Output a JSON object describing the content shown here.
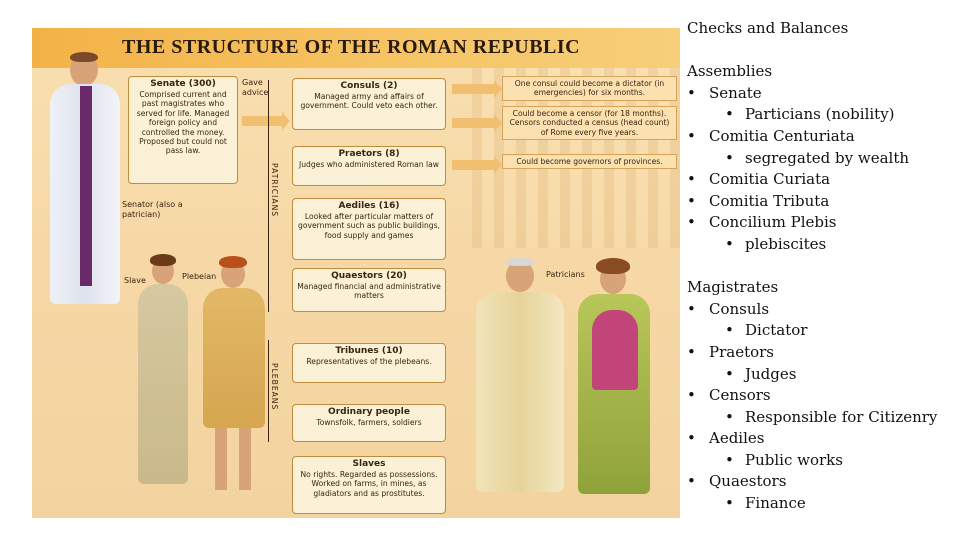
{
  "poster": {
    "title": "THE STRUCTURE OF THE ROMAN REPUBLIC",
    "senate": {
      "title": "Senate (300)",
      "desc": "Comprised current and past magistrates who served for life. Managed foreign policy and controlled the money. Proposed but could not pass law."
    },
    "gave_advice": "Gave advice",
    "consuls": {
      "title": "Consuls (2)",
      "desc": "Managed army and affairs of government. Could veto each other."
    },
    "praetors": {
      "title": "Praetors (8)",
      "desc": "Judges who administered Roman law"
    },
    "aediles": {
      "title": "Aediles (16)",
      "desc": "Looked after particular matters of government such as public buildings, food supply and games"
    },
    "quaestors": {
      "title": "Quaestors (20)",
      "desc": "Managed financial and administrative matters"
    },
    "tribunes": {
      "title": "Tribunes (10)",
      "desc": "Representatives of the plebeans."
    },
    "ordinary": {
      "title": "Ordinary people",
      "desc": "Townsfolk, farmers, soldiers"
    },
    "slaves": {
      "title": "Slaves",
      "desc": "No rights. Regarded as possessions. Worked on farms, in mines, as gladiators and as prostitutes."
    },
    "note_dictator": "One consul could become a dictator (in emergencies) for six months.",
    "note_censor": "Could become a censor (for 18 months). Censors conducted a census (head count) of Rome every five years.",
    "note_governors": "Could become governors of provinces.",
    "label_patricians_side": "PATRICIANS",
    "label_plebeans_side": "PLEBEANS",
    "label_senator": "Senator (also a patrician)",
    "label_slave": "Slave",
    "label_plebeian": "Plebeian",
    "label_patricians": "Patricians"
  },
  "notes": {
    "heading": "Checks and Balances",
    "assemblies_heading": "Assemblies",
    "assemblies": [
      {
        "label": "Senate",
        "sub": [
          "Particians (nobility)"
        ]
      },
      {
        "label": "Comitia Centuriata",
        "sub": [
          "segregated by wealth"
        ]
      },
      {
        "label": "Comitia Curiata",
        "sub": []
      },
      {
        "label": "Comitia Tributa",
        "sub": []
      },
      {
        "label": "Concilium Plebis",
        "sub": [
          "plebiscites"
        ]
      }
    ],
    "magistrates_heading": "Magistrates",
    "magistrates": [
      {
        "label": "Consuls",
        "sub": [
          "Dictator"
        ]
      },
      {
        "label": "Praetors",
        "sub": [
          "Judges"
        ]
      },
      {
        "label": "Censors",
        "sub": [
          "Responsible for Citizenry"
        ]
      },
      {
        "label": "Aediles",
        "sub": [
          "Public works"
        ]
      },
      {
        "label": "Quaestors",
        "sub": [
          "Finance"
        ]
      }
    ]
  }
}
